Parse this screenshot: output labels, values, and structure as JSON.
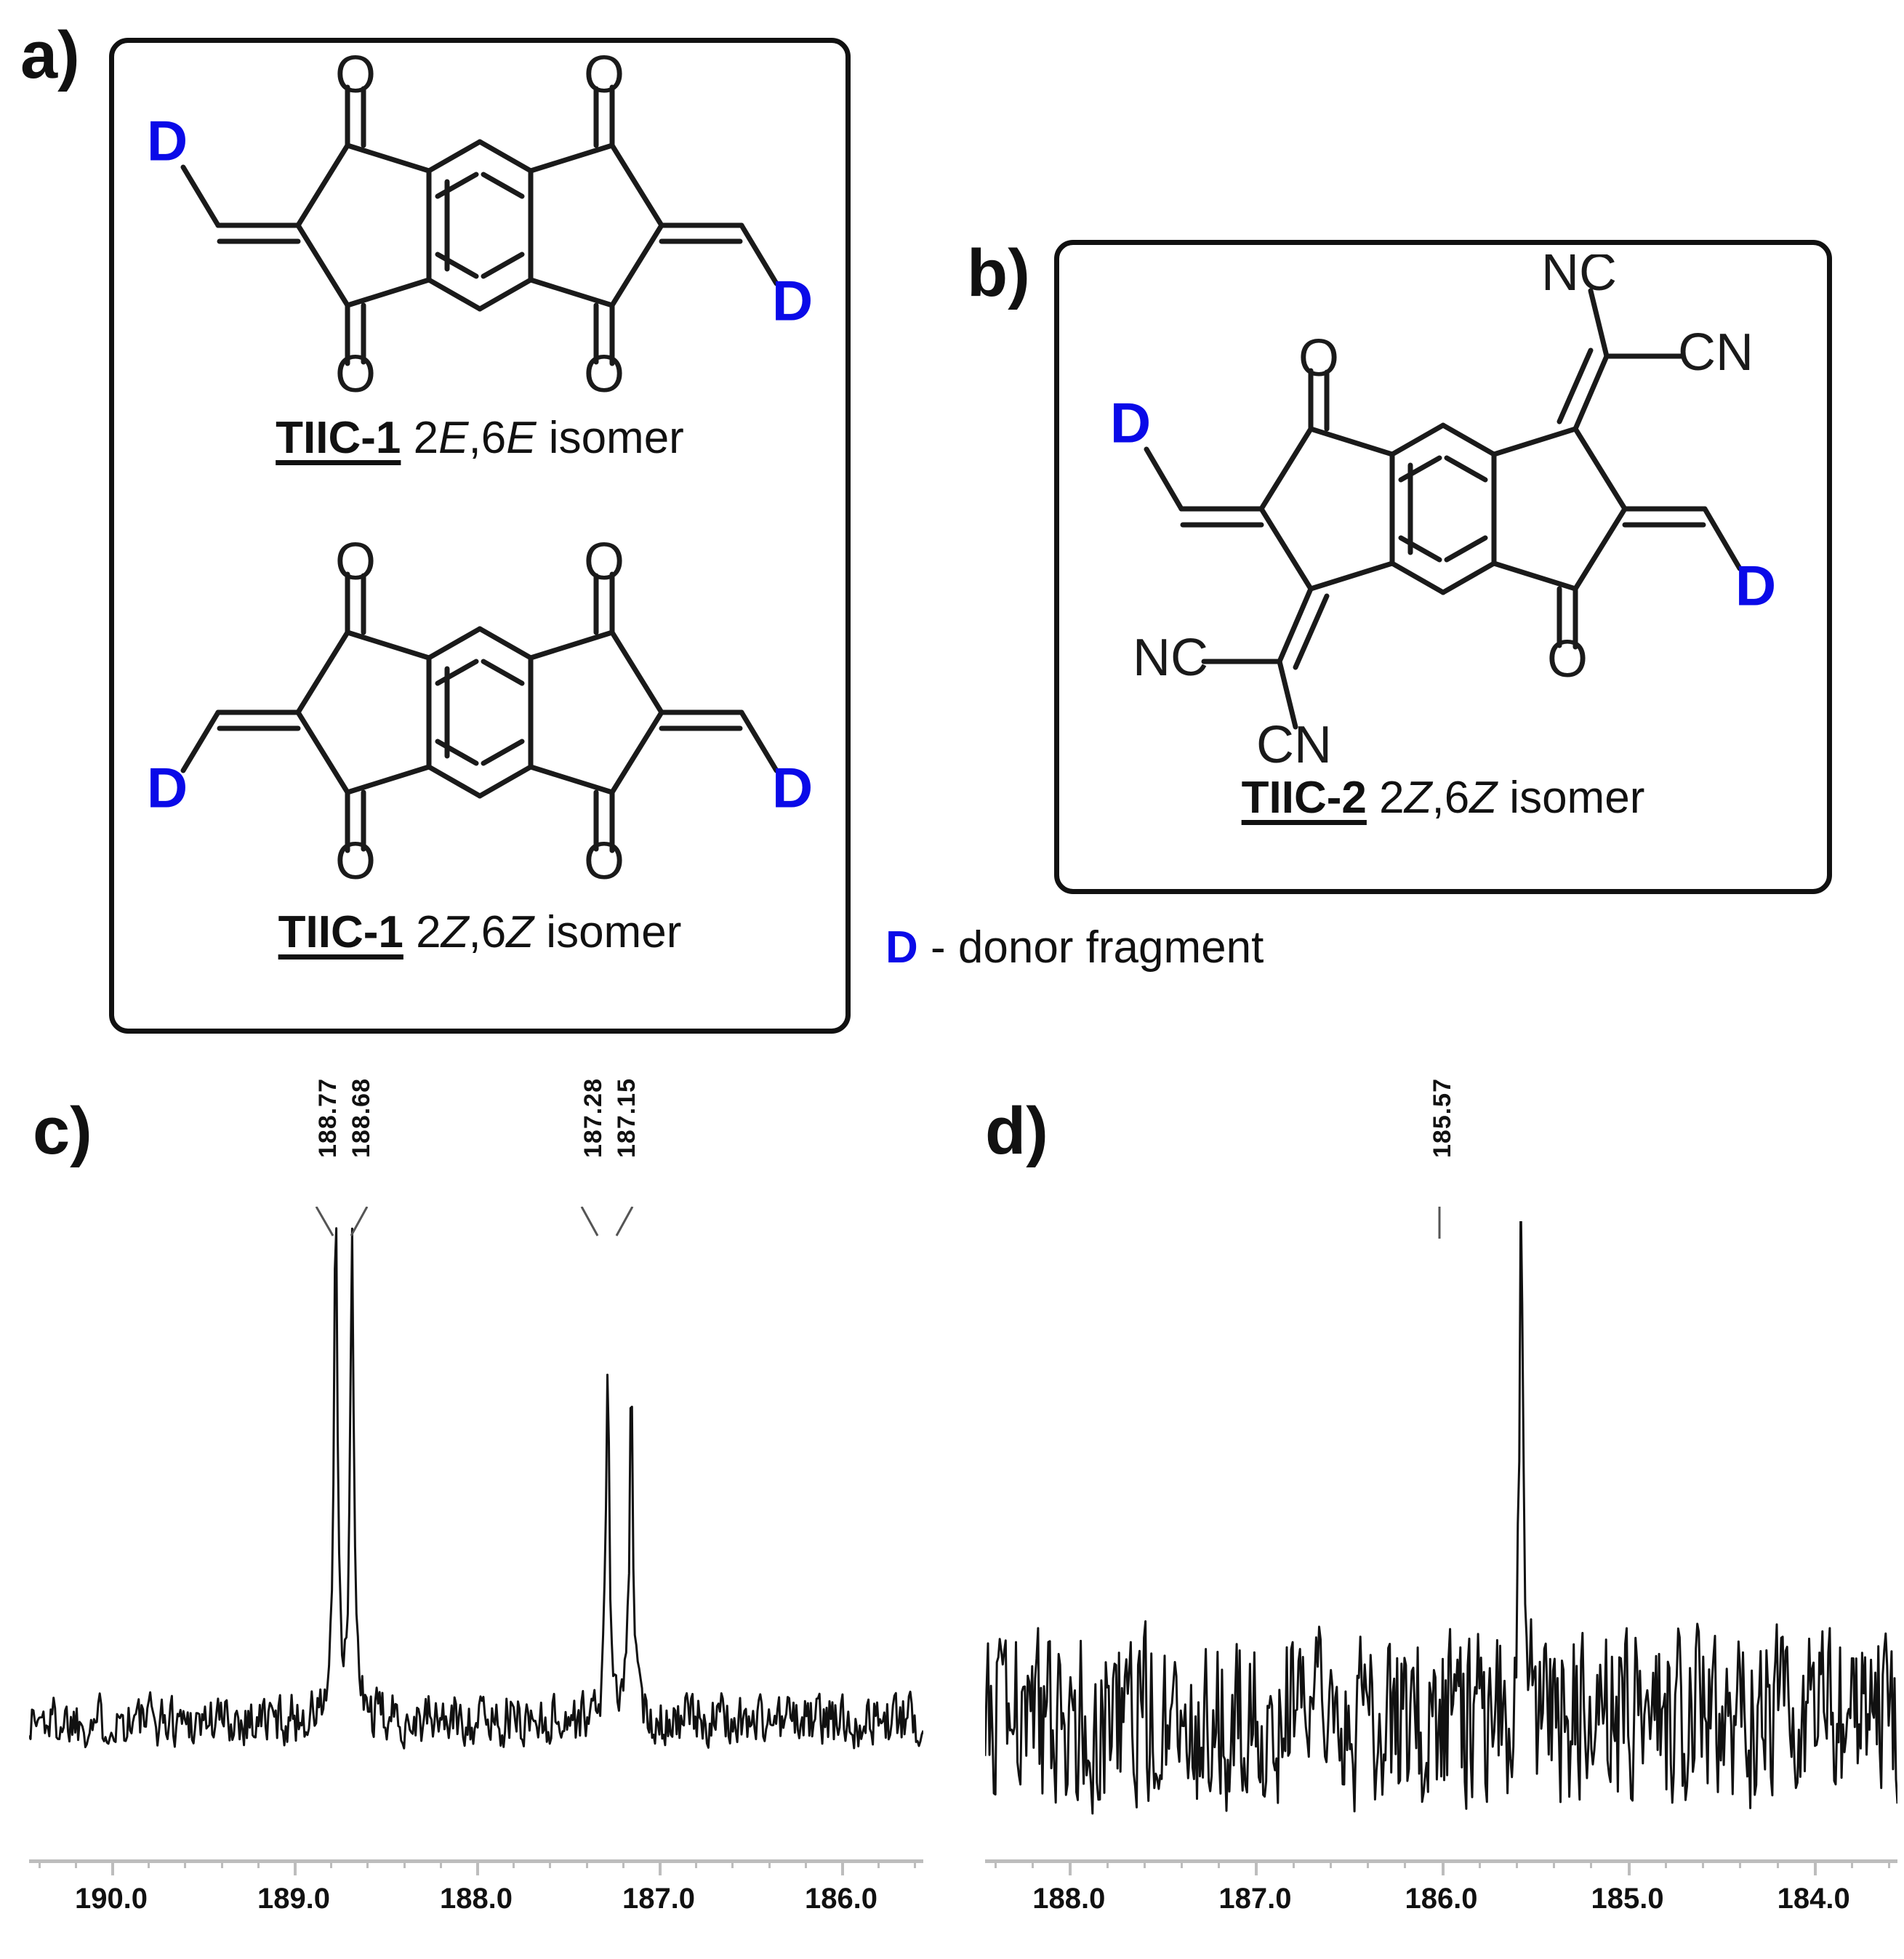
{
  "figure": {
    "panels": {
      "a": "a)",
      "b": "b)",
      "c": "c)",
      "d": "d)"
    }
  },
  "structures": [
    {
      "id": "tiic1-2e6e",
      "compound": "TIIC-1",
      "isomer": "2E,6E isomer",
      "isomer_parts": [
        {
          "text": "2",
          "italic": false
        },
        {
          "text": "E",
          "italic": true
        },
        {
          "text": ",6",
          "italic": false
        },
        {
          "text": "E",
          "italic": true
        },
        {
          "text": " isomer",
          "italic": false
        }
      ],
      "donor_labels": [
        "D",
        "D"
      ],
      "oxygen_labels": [
        "O",
        "O",
        "O",
        "O"
      ]
    },
    {
      "id": "tiic1-2z6z",
      "compound": "TIIC-1",
      "isomer": "2Z,6Z isomer",
      "isomer_parts": [
        {
          "text": "2",
          "italic": false
        },
        {
          "text": "Z",
          "italic": true
        },
        {
          "text": ",6",
          "italic": false
        },
        {
          "text": "Z",
          "italic": true
        },
        {
          "text": " isomer",
          "italic": false
        }
      ],
      "donor_labels": [
        "D",
        "D"
      ],
      "oxygen_labels": [
        "O",
        "O",
        "O",
        "O"
      ]
    },
    {
      "id": "tiic2-2z6z",
      "compound": "TIIC-2",
      "isomer": "2Z,6Z isomer",
      "isomer_parts": [
        {
          "text": "2",
          "italic": false
        },
        {
          "text": "Z",
          "italic": true
        },
        {
          "text": ",6",
          "italic": false
        },
        {
          "text": "Z",
          "italic": true
        },
        {
          "text": " isomer",
          "italic": false
        }
      ],
      "donor_labels": [
        "D",
        "D"
      ],
      "oxygen_labels": [
        "O",
        "O"
      ],
      "nitrile_labels": [
        "NC",
        "CN",
        "NC",
        "CN"
      ]
    }
  ],
  "legend": {
    "symbol": "D",
    "text": " - donor fragment"
  },
  "colors": {
    "donor_blue": "#0a0ae8",
    "structure_black": "#111111",
    "axis_gray": "#bdbdbd",
    "background": "#ffffff"
  },
  "chart_data": [
    {
      "id": "spectrum-c",
      "panel": "c)",
      "type": "line",
      "title": "",
      "xlabel": "",
      "ylabel": "",
      "xlim": [
        190.45,
        185.55
      ],
      "x_axis_reversed": true,
      "tick_labels": [
        "190.0",
        "189.0",
        "188.0",
        "187.0",
        "186.0"
      ],
      "tick_values": [
        190.0,
        189.0,
        188.0,
        187.0,
        186.0
      ],
      "minor_ticks_per_interval": 4,
      "grid": false,
      "legend_position": "none",
      "noise_amplitude": 0.055,
      "peaks": [
        {
          "ppm": 188.77,
          "label": "188.77",
          "height": 1.0
        },
        {
          "ppm": 188.68,
          "label": "188.68",
          "height": 0.955
        },
        {
          "ppm": 187.28,
          "label": "187.28",
          "height": 0.69
        },
        {
          "ppm": 187.15,
          "label": "187.15",
          "height": 0.665
        }
      ],
      "label_groups": [
        {
          "labels": [
            "188.77",
            "188.68"
          ],
          "anchor_ppm": 188.725
        },
        {
          "labels": [
            "187.28",
            "187.15"
          ],
          "anchor_ppm": 187.215
        }
      ]
    },
    {
      "id": "spectrum-d",
      "panel": "d)",
      "type": "line",
      "title": "",
      "xlabel": "",
      "ylabel": "",
      "xlim": [
        188.45,
        183.55
      ],
      "x_axis_reversed": true,
      "tick_labels": [
        "188.0",
        "187.0",
        "186.0",
        "185.0",
        "184.0"
      ],
      "tick_values": [
        188.0,
        187.0,
        186.0,
        185.0,
        184.0
      ],
      "minor_ticks_per_interval": 4,
      "grid": false,
      "legend_position": "none",
      "noise_amplitude": 0.185,
      "peaks": [
        {
          "ppm": 185.57,
          "label": "185.57",
          "height": 1.0
        }
      ],
      "label_groups": [
        {
          "labels": [
            "185.57"
          ],
          "anchor_ppm": 185.57
        }
      ]
    }
  ]
}
